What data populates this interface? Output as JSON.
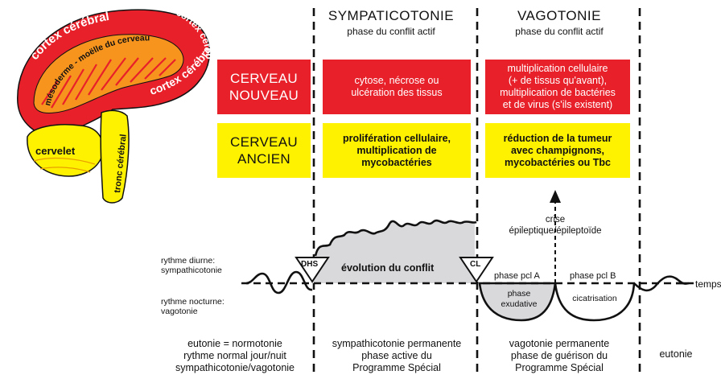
{
  "brain": {
    "cortex_top": "cortex cérébral",
    "cortex_right": "cortex cérébral",
    "mesoderme": "mésoderme - moëlle du cerveau",
    "cervelet": "cervelet",
    "tronc": "tronc cérébral"
  },
  "columns": {
    "symp_title": "SYMPATICOTONIE",
    "symp_sub": "phase du conflit actif",
    "vago_title": "VAGOTONIE",
    "vago_sub": "phase du conflit actif"
  },
  "rows": {
    "nouveau_label_1": "CERVEAU",
    "nouveau_label_2": "NOUVEAU",
    "ancien_label_1": "CERVEAU",
    "ancien_label_2": "ANCIEN"
  },
  "cells": {
    "nouveau_symp_1": "cytose, nécrose ou",
    "nouveau_symp_2": "ulcération des tissus",
    "nouveau_vago_1": "multiplication cellulaire",
    "nouveau_vago_2": "(+ de tissus qu'avant),",
    "nouveau_vago_3": "multiplication de bactéries",
    "nouveau_vago_4": "et de virus (s'ils existent)",
    "ancien_symp_1": "prolifération cellulaire,",
    "ancien_symp_2": "multiplication de",
    "ancien_symp_3": "mycobactéries",
    "ancien_vago_1": "réduction de la tumeur",
    "ancien_vago_2": "avec champignons,",
    "ancien_vago_3": "mycobactéries ou Tbc"
  },
  "graph": {
    "rythme_diurne_1": "rythme diurne:",
    "rythme_diurne_2": "sympathicotonie",
    "rythme_nocturne_1": "rythme nocturne:",
    "rythme_nocturne_2": "vagotonie",
    "dhs": "DHS",
    "cl": "CL",
    "evolution": "évolution du conflit",
    "crise_1": "crise",
    "crise_2": "épileptique/épileptoïde",
    "phase_a": "phase pcl A",
    "phase_b": "phase pcl B",
    "exsudative_1": "phase",
    "exsudative_2": "exudative",
    "cicatrisation": "cicatrisation",
    "temps": "temps"
  },
  "bottom": {
    "left_1": "eutonie = normotonie",
    "left_2": "rythme normal jour/nuit",
    "left_3": "sympathicotonie/vagotonie",
    "mid_1": "sympathicotonie permanente",
    "mid_2": "phase active du",
    "mid_3": "Programme Spécial",
    "right_1": "vagotonie permanente",
    "right_2": "phase de guérison du",
    "right_3": "Programme Spécial",
    "far": "eutonie"
  },
  "colors": {
    "red": "#e8202a",
    "yellow": "#fff200",
    "orange": "#f7941d",
    "grey": "#d9d9dc"
  }
}
